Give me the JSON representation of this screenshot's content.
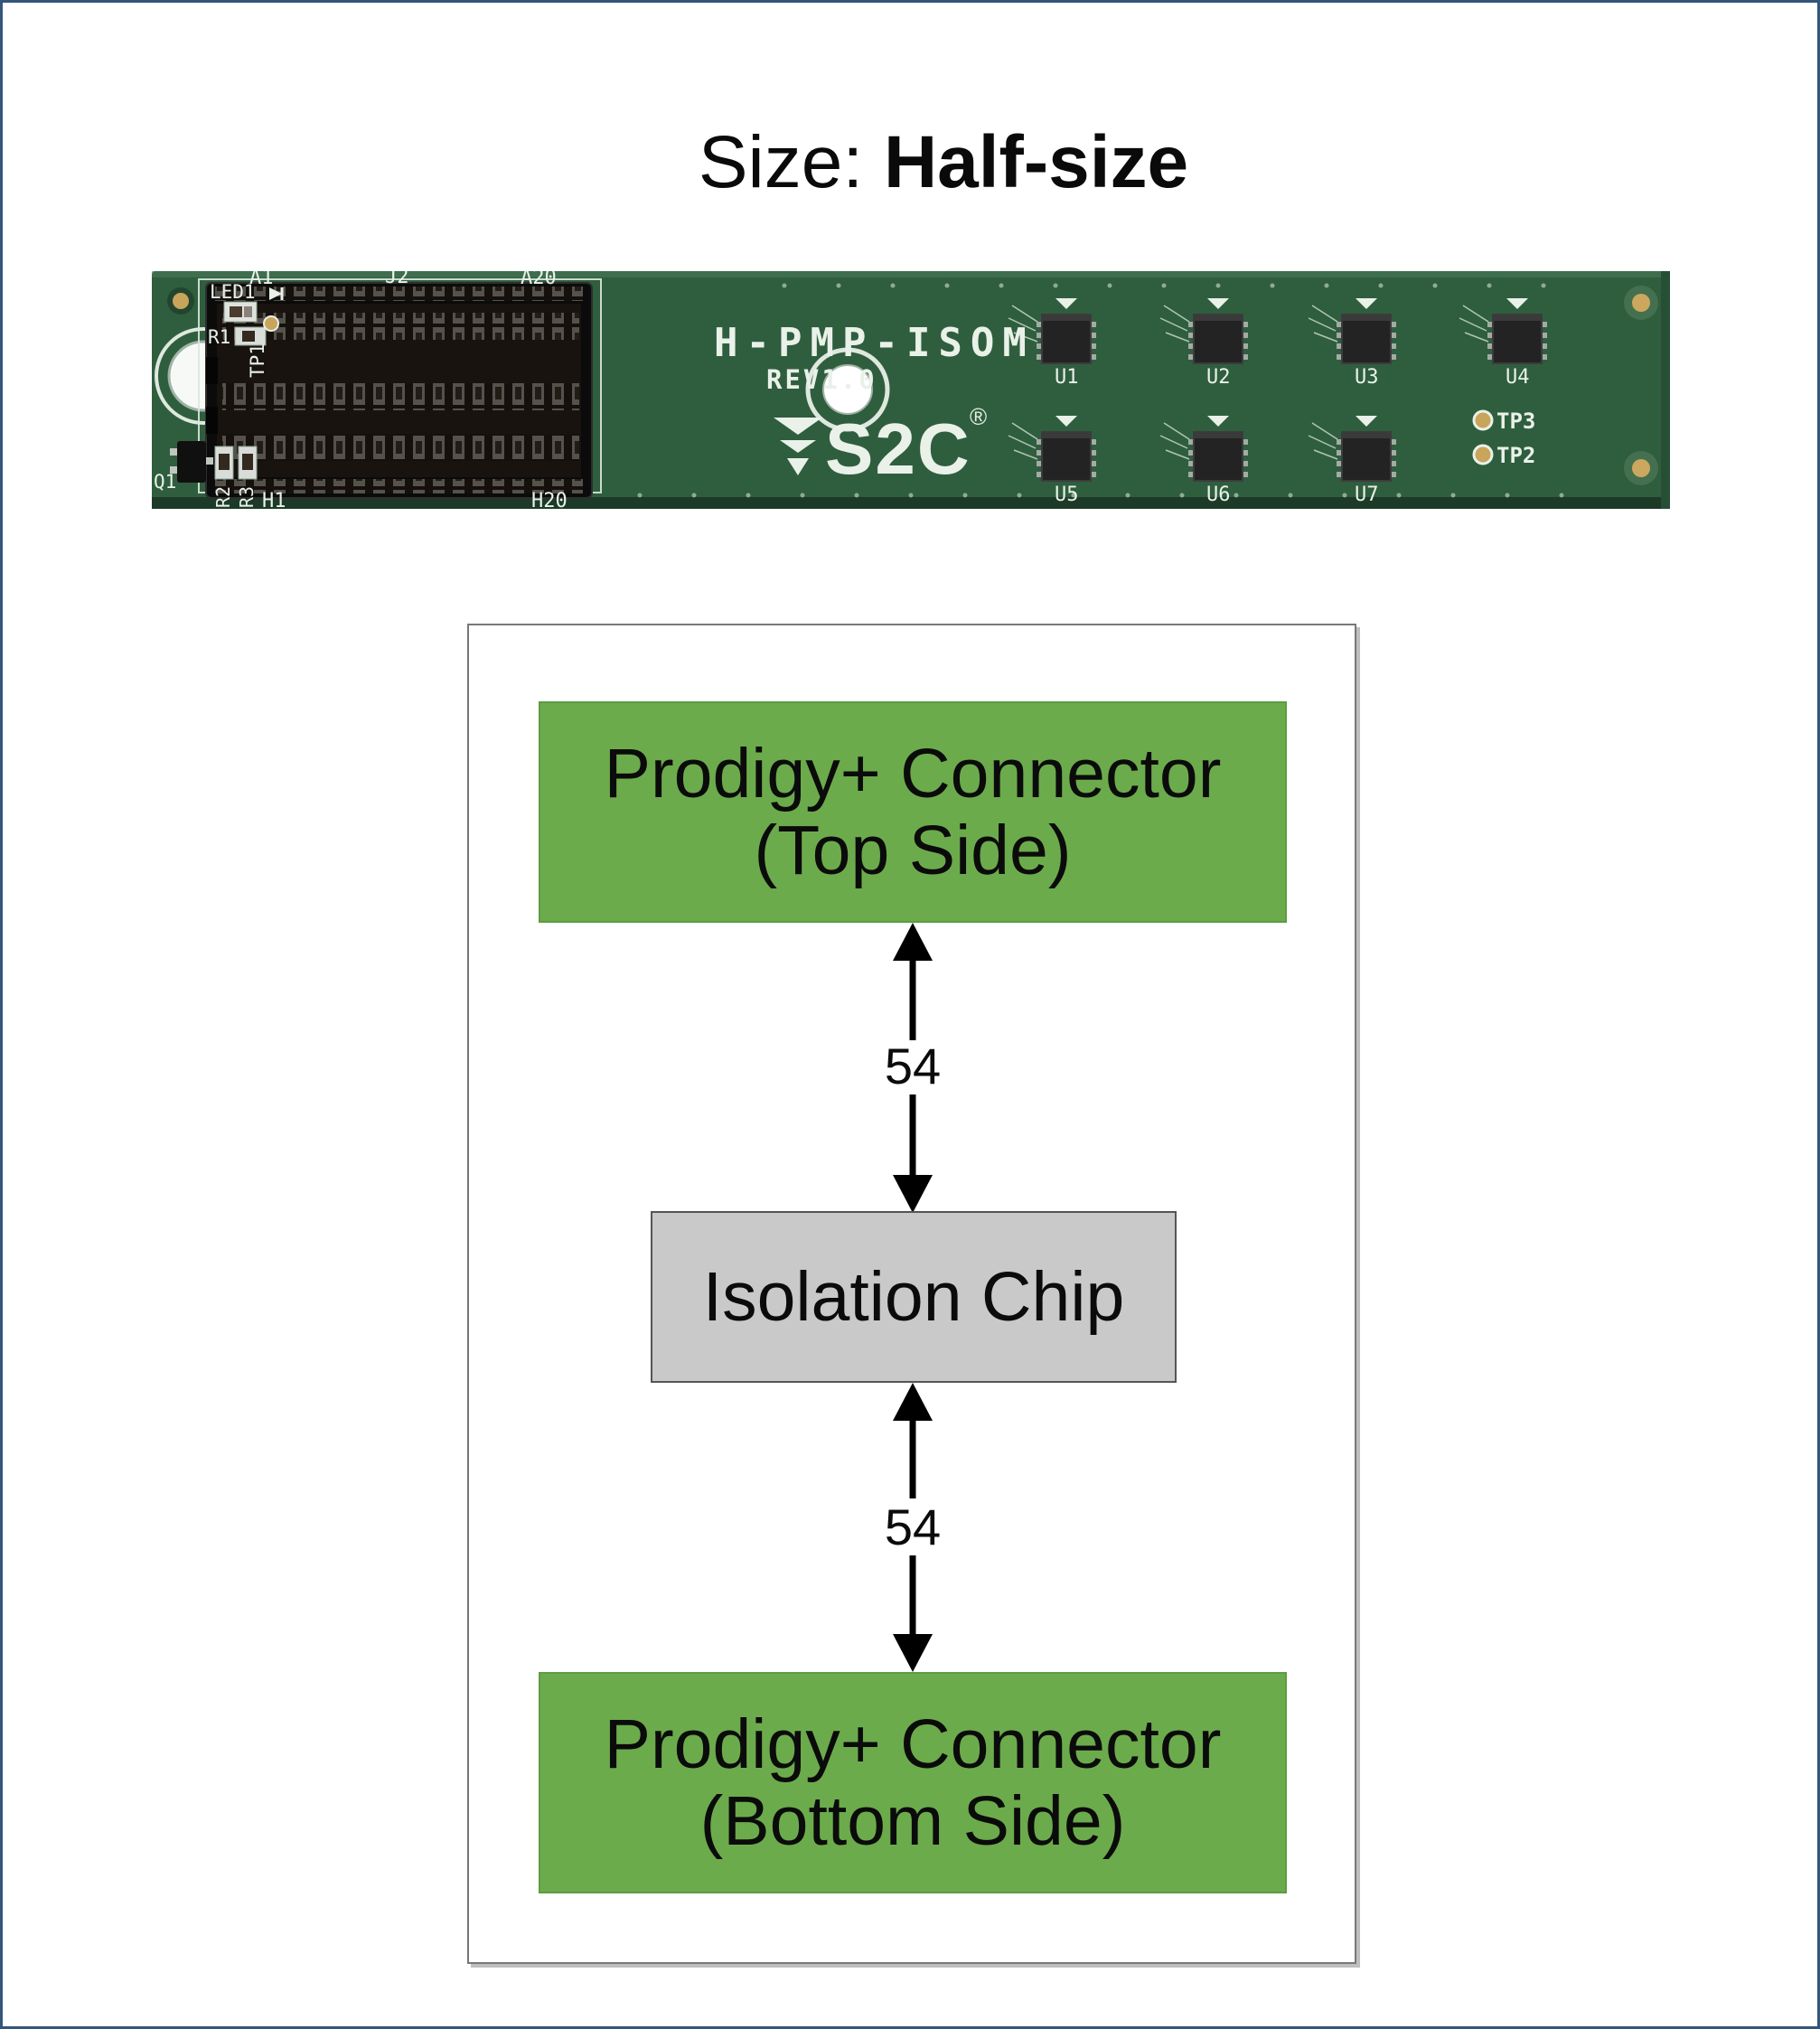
{
  "title": {
    "prefix": "Size: ",
    "emphasis": "Half-size"
  },
  "pcb": {
    "board_name": "H-PMP-ISOM",
    "revision": "REV1.0",
    "logo_text": "S2C",
    "logo_reg": "®",
    "refs": {
      "led1": "LED1",
      "r1": "R1",
      "tp1": "TP1",
      "q1": "Q1",
      "r2": "R2",
      "r3": "R3",
      "a1": "A1",
      "j2": "J2",
      "a20": "A20",
      "h1": "H1",
      "h20": "H20",
      "u1": "U1",
      "u2": "U2",
      "u3": "U3",
      "u4": "U4",
      "u5": "U5",
      "u6": "U6",
      "u7": "U7",
      "tp3": "TP3",
      "tp2": "TP2"
    }
  },
  "diagram": {
    "top_box": {
      "line1": "Prodigy+ Connector",
      "line2": "(Top Side)"
    },
    "middle_box": {
      "label": "Isolation Chip"
    },
    "bottom_box": {
      "line1": "Prodigy+ Connector",
      "line2": "(Bottom Side)"
    },
    "top_arrow_label": "54",
    "bottom_arrow_label": "54"
  },
  "colors": {
    "connector_box_green": "#6CAB4C",
    "isolation_chip_gray": "#C9C9C9",
    "pcb_green": "#2F5E3E",
    "outer_border_blue": "#34567A"
  }
}
